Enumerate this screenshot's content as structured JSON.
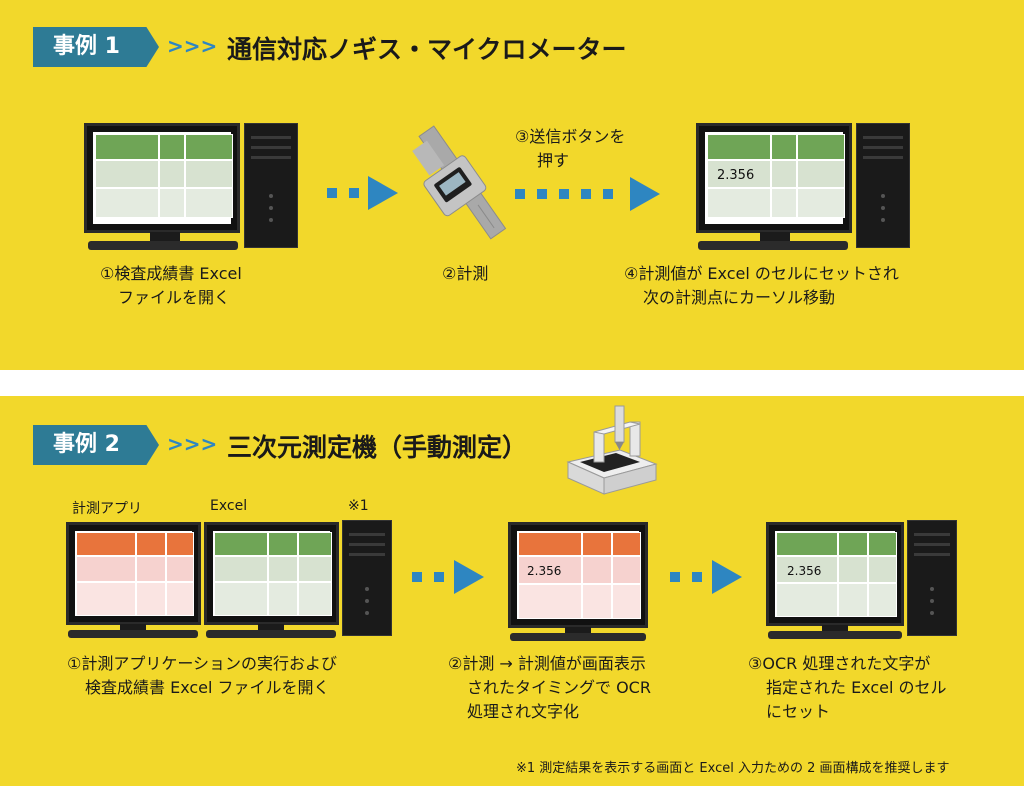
{
  "case1": {
    "badge": "事例 1",
    "arrows": ">>>",
    "title": "通信対応ノギス・マイクロメーター",
    "step1_line1": "①検査成績書 Excel",
    "step1_line2": "ファイルを開く",
    "step2": "②計測",
    "step3_line1": "③送信ボタンを",
    "step3_line2": "押す",
    "step4_line1": "④計測値が Excel のセルにセットされ",
    "step4_line2": "次の計測点にカーソル移動",
    "readout": "2.356"
  },
  "case2": {
    "badge": "事例 2",
    "arrows": ">>>",
    "title": "三次元測定機（手動測定）",
    "app_label": "計測アプリ",
    "excel_label": "Excel",
    "note_marker": "※1",
    "step1_line1": "①計測アプリケーションの実行および",
    "step1_line2": "検査成績書 Excel ファイルを開く",
    "step2_line1": "②計測 → 計測値が画面表示",
    "step2_line2": "されたタイミングで OCR",
    "step2_line3": "処理され文字化",
    "step3_line1": "③OCR 処理された文字が",
    "step3_line2": "指定された Excel のセル",
    "step3_line3": "にセット",
    "readout_app": "2.356",
    "readout_excel": "2.356",
    "footnote": "※1 測定結果を表示する画面と Excel 入力ための 2 画面構成を推奨します"
  },
  "colors": {
    "background": "#f2d82b",
    "badge": "#2e7b95",
    "arrow": "#2e86c1",
    "excel_header": "#6fa556",
    "excel_body": "#d7e2d0",
    "app_header": "#e8743c",
    "app_body": "#f6d2cf"
  }
}
